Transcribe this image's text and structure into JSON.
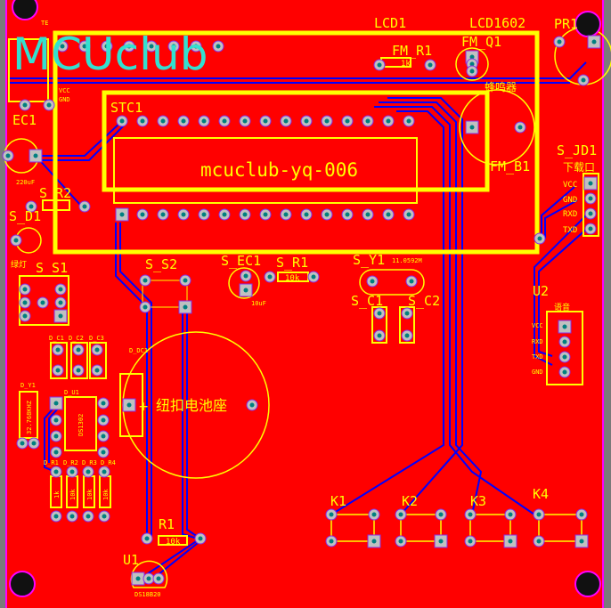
{
  "board": {
    "colors": {
      "copper": "#ff0000",
      "silk": "#ffff00",
      "trace": "#0000ff",
      "pad": "#c0c0c0",
      "drill": "#008080",
      "edge": "#ff00ff",
      "logo": "#33e0d0"
    },
    "logo": "MCUclub",
    "board_title": "mcuclub-yq-006"
  },
  "labels": {
    "lcd1": "LCD1",
    "lcd1602": "LCD1602",
    "pr1": "PR1",
    "fm_r1": "FM_R1",
    "fm_r1_val": "1k",
    "fm_q1": "FM_Q1",
    "buzzer": "蜂鸣器",
    "fm_b1": "FM_B1",
    "stc1": "STC1",
    "ec1": "EC1",
    "ec1_val": "220uF",
    "s_r2": "S_R2",
    "s_d1": "S_D1",
    "green": "绿灯",
    "s_s1": "S_S1",
    "s_s2": "S_S2",
    "s_ec1": "S_EC1",
    "s_ec1_val": "10uF",
    "s_r1": "S_R1",
    "s_r1_val": "10k",
    "s_y1": "S_Y1",
    "s_y1_val": "11.0592M",
    "s_c1": "S_C1",
    "s_c2": "S_C2",
    "s_jd1": "S_JD1",
    "download": "下载口",
    "u2": "U2",
    "voice": "语音",
    "d_c1": "D_C1",
    "d_c2": "D_C2",
    "d_c3": "D_C3",
    "d_dc1": "D_DC1",
    "d_y1": "D_Y1",
    "d_y1_val": "32.768KHZ",
    "d_u1": "D_U1",
    "d_u1_val": "DS1302",
    "d_r1": "D_R1",
    "d_r2": "D_R2",
    "d_r3": "D_R3",
    "d_r4": "D_R4",
    "d_r1_val": "1k",
    "d_r2_val": "10k",
    "d_r3_val": "10k",
    "d_r4_val": "10k",
    "battery": "纽扣电池座",
    "r1": "R1",
    "r1_val": "10k",
    "u1": "U1",
    "u1_val": "DS18B20",
    "k1": "K1",
    "k2": "K2",
    "k3": "K3",
    "k4": "K4",
    "plus": "+",
    "tl_vcc": "VCC",
    "tl_gnd": "GND",
    "tl_te": "TE"
  },
  "pins": {
    "jd1": [
      "VCC",
      "GND",
      "RXD",
      "TXD"
    ],
    "u2": [
      "VCC",
      "RXD",
      "TXD",
      "GND"
    ]
  }
}
